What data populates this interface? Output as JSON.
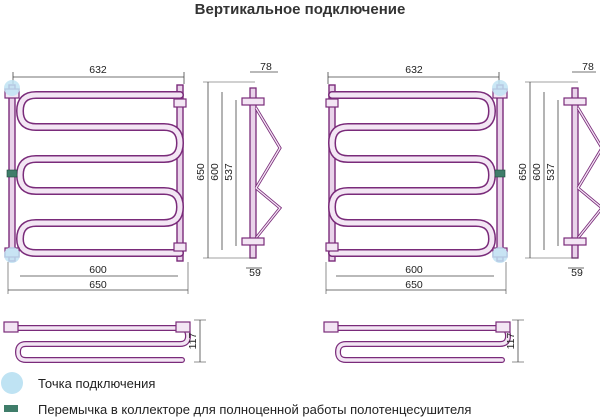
{
  "title": "Вертикальное подключение",
  "colors": {
    "pipe_outline": "#7a2b7a",
    "pipe_fill": "#e9d3ea",
    "dimension_line": "#444444",
    "connection_point": "#bfe3f3",
    "jumper_fill": "#3f7d6a"
  },
  "left_unit": {
    "top_width": "632",
    "depth": "78",
    "height_outer": "650",
    "height_mid": "600",
    "height_inner": "537",
    "bottom_inner": "600",
    "bottom_outer": "650",
    "side_offset": "59",
    "plan_depth": "117"
  },
  "right_unit": {
    "top_width": "632",
    "depth": "78",
    "height_outer": "650",
    "height_mid": "600",
    "height_inner": "537",
    "bottom_inner": "600",
    "bottom_outer": "650",
    "side_offset": "59",
    "plan_depth": "117"
  },
  "legend": {
    "connection_point": "Точка подключения",
    "jumper": "Перемычка в коллекторе для полноценной работы полотенцесушителя"
  }
}
